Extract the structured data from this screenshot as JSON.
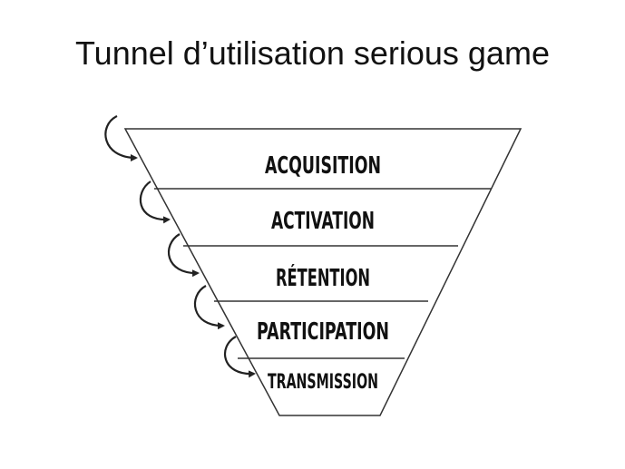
{
  "title": "Tunnel d’utilisation serious game",
  "funnel": {
    "stages": [
      {
        "label": "ACQUISITION"
      },
      {
        "label": "ACTIVATION"
      },
      {
        "label": "RÉTENTION"
      },
      {
        "label": "PARTICIPATION"
      },
      {
        "label": "TRANSMISSION"
      }
    ],
    "stroke_color": "#333333",
    "text_color": "#111111",
    "arrow_icon": "curved-arrow-icon"
  }
}
